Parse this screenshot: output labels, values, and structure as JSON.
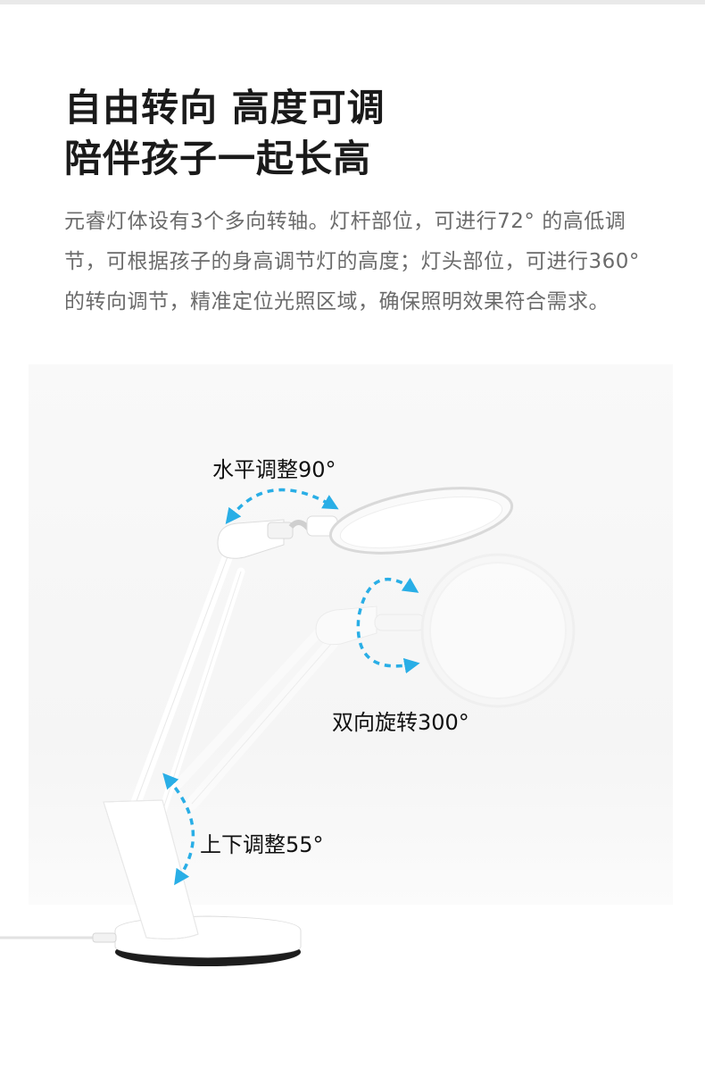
{
  "headline": {
    "line1": "自由转向 高度可调",
    "line2": "陪伴孩子一起长高"
  },
  "description": "元睿灯体设有3个多向转轴。灯杆部位，可进行72° 的高低调节，可根据孩子的身高调节灯的高度；灯头部位，可进行360° 的转向调节，精准定位光照区域，确保照明效果符合需求。",
  "callouts": {
    "horizontal": "水平调整90°",
    "rotation": "双向旋转300°",
    "vertical": "上下调整55°"
  },
  "colors": {
    "headline": "#1a1a1a",
    "body": "#6b6b6b",
    "arrow": "#29aee6"
  },
  "icons": [
    "dashed-curved-double-arrow-icon"
  ]
}
